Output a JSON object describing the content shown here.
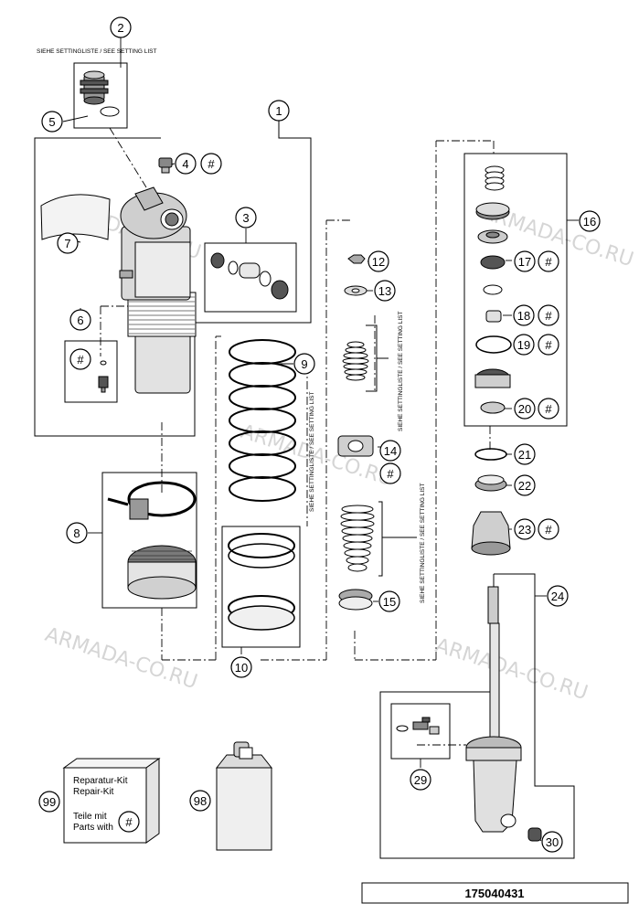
{
  "setting_note": "SIEHE SETTINGLISTE / SEE SETTING LIST",
  "watermark": "ARMADA-CO.RU",
  "document_number": "175040431",
  "hash_symbol": "#",
  "callouts": [
    "1",
    "2",
    "3",
    "4",
    "5",
    "6",
    "7",
    "8",
    "9",
    "10",
    "12",
    "13",
    "14",
    "15",
    "16",
    "17",
    "18",
    "19",
    "20",
    "21",
    "22",
    "23",
    "24",
    "29",
    "30",
    "98",
    "99"
  ],
  "kit_box": {
    "line1": "Reparatur-Kit",
    "line2": "Repair-Kit",
    "line3": "Teile mit",
    "line4": "Parts with"
  }
}
